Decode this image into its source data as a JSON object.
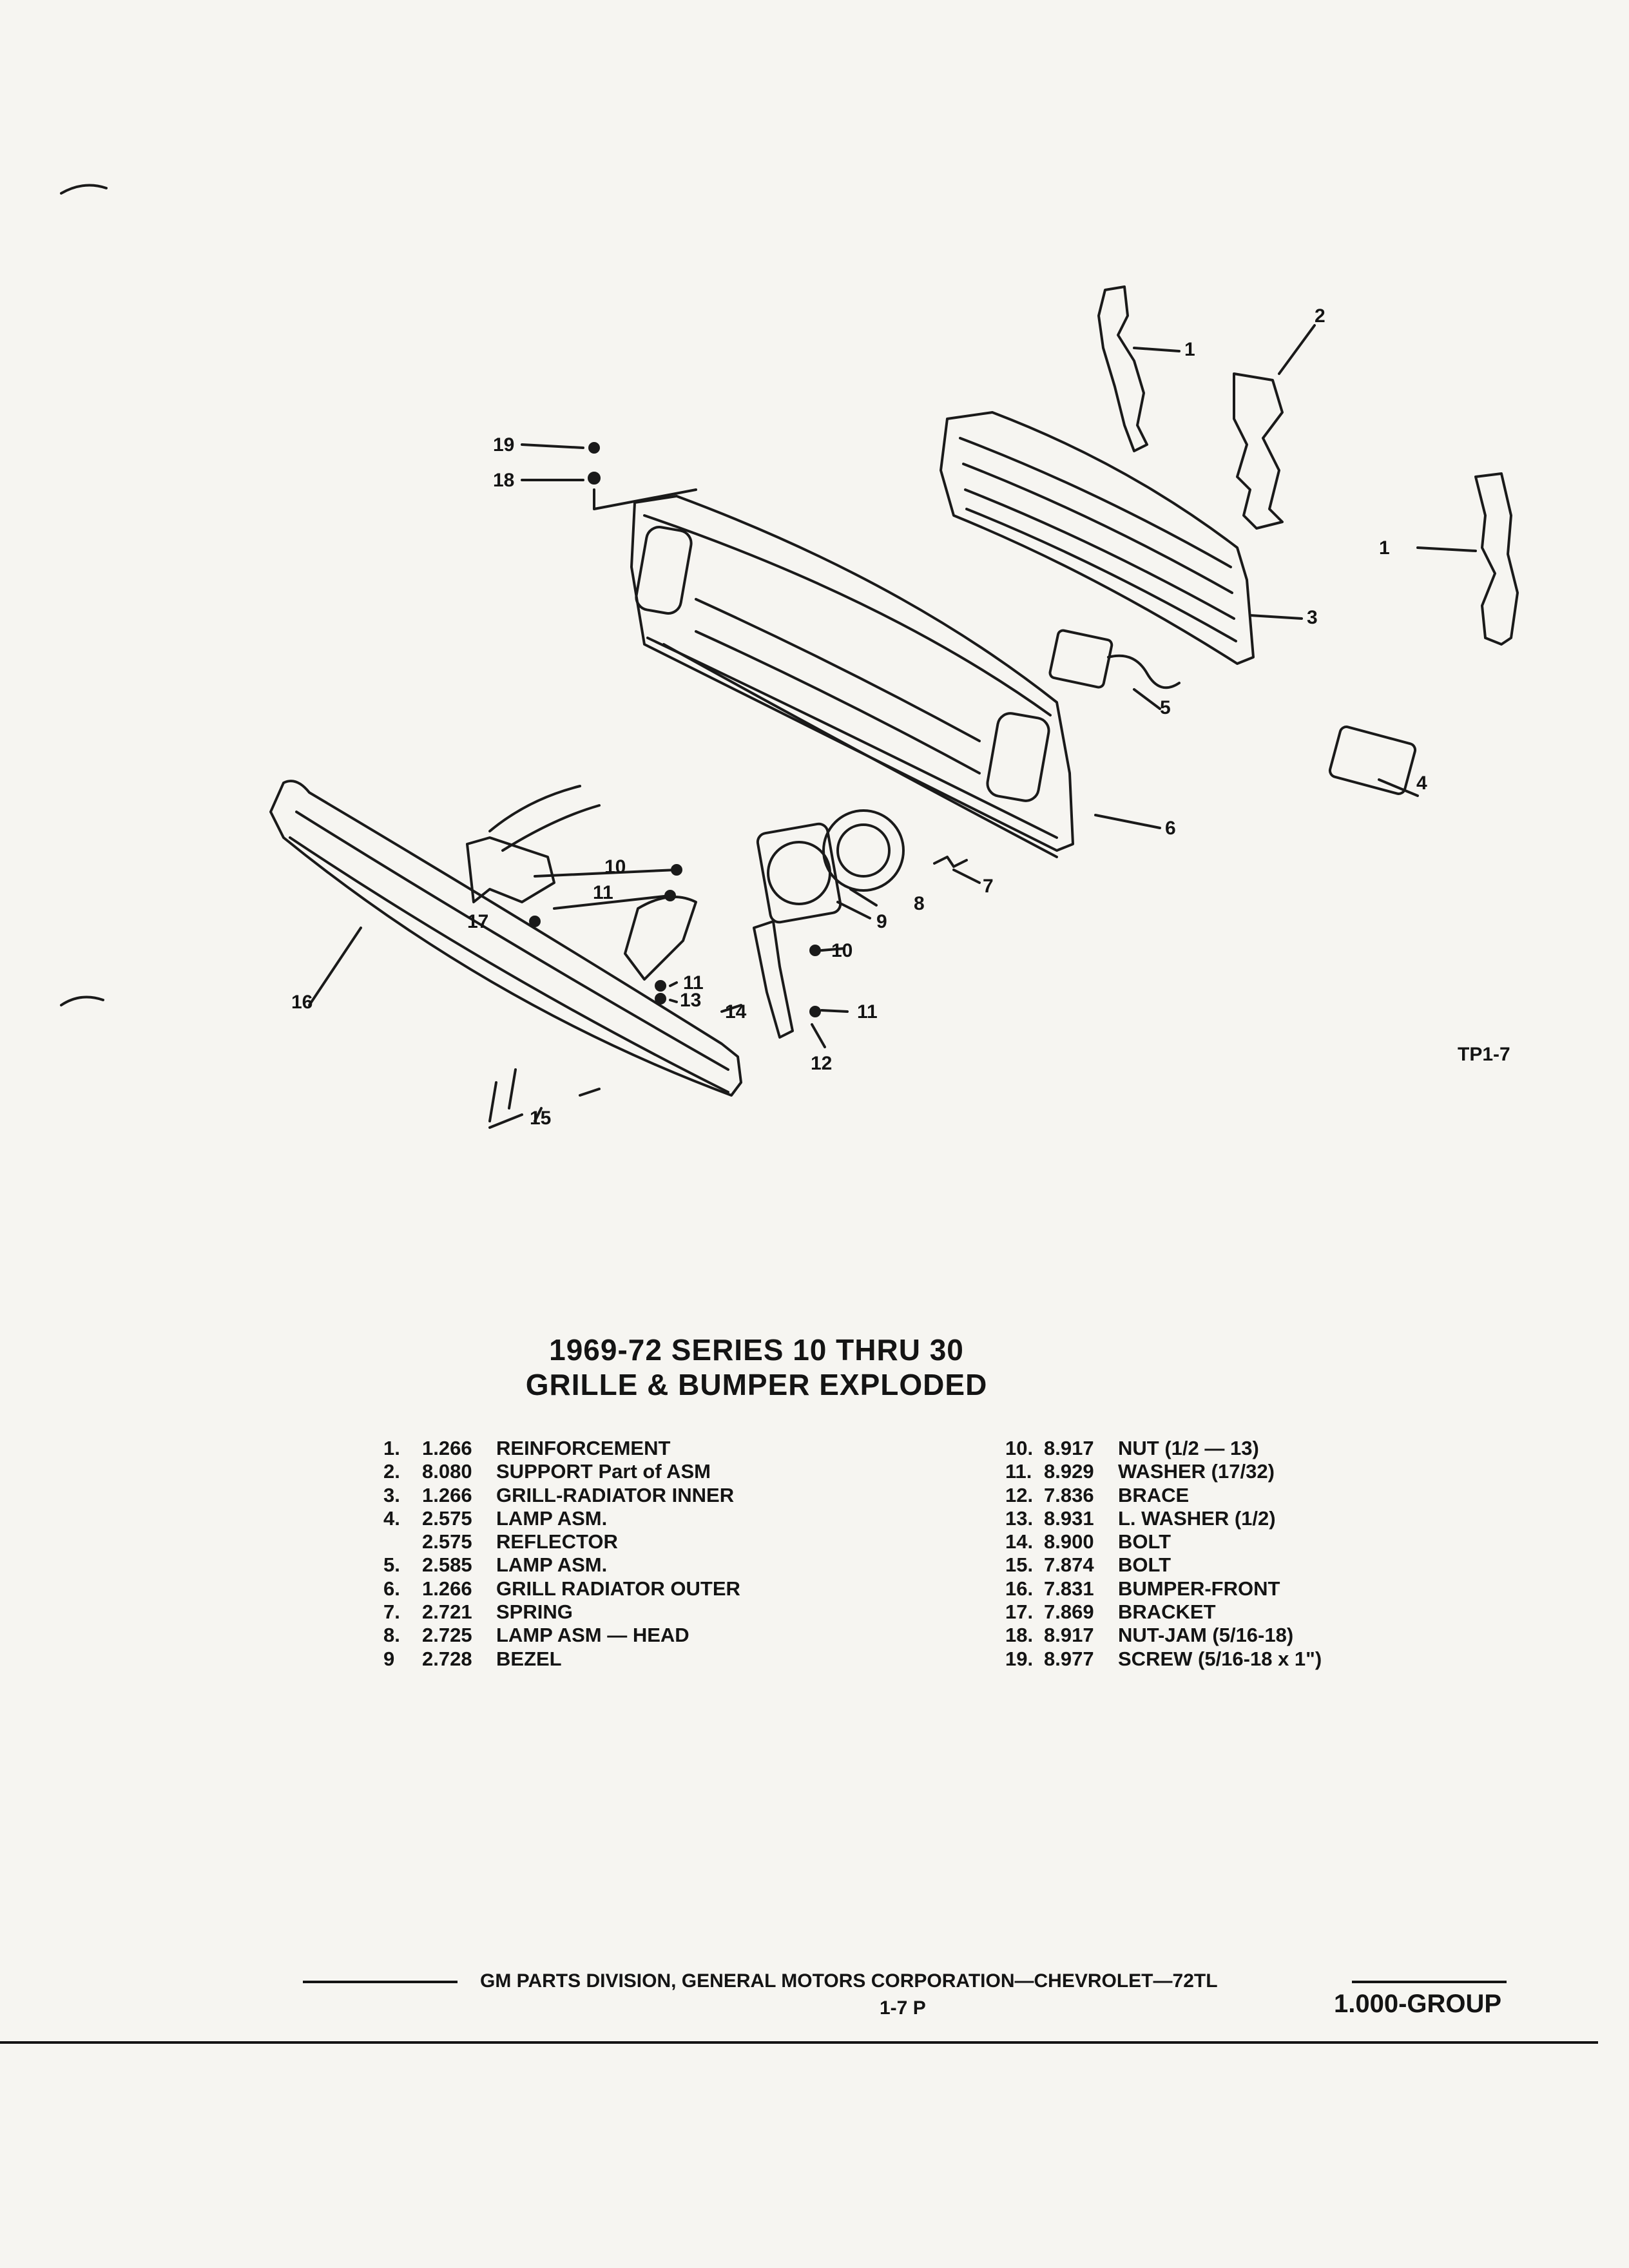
{
  "callouts": {
    "c1a": "1",
    "c2": "2",
    "c1b": "1",
    "c3": "3",
    "c4": "4",
    "c5": "5",
    "c6": "6",
    "c7": "7",
    "c8": "8",
    "c9": "9",
    "c10a": "10",
    "c10b": "10",
    "c11a": "11",
    "c11b": "11",
    "c11c": "11",
    "c12": "12",
    "c13": "13",
    "c14": "14",
    "c15": "15",
    "c16": "16",
    "c17": "17",
    "c18": "18",
    "c19": "19"
  },
  "figure_tag": "TP1-7",
  "title": {
    "line1": "1969-72 SERIES 10 THRU 30",
    "line2": "GRILLE & BUMPER EXPLODED"
  },
  "parts_left": [
    {
      "num": "1.",
      "part": "1.266",
      "desc": "REINFORCEMENT"
    },
    {
      "num": "2.",
      "part": "8.080",
      "desc": "SUPPORT Part of ASM"
    },
    {
      "num": "3.",
      "part": "1.266",
      "desc": "GRILL-RADIATOR INNER"
    },
    {
      "num": "4.",
      "part": "2.575",
      "desc": "LAMP ASM."
    },
    {
      "num": "",
      "part": "2.575",
      "desc": "REFLECTOR"
    },
    {
      "num": "5.",
      "part": "2.585",
      "desc": "LAMP ASM."
    },
    {
      "num": "6.",
      "part": "1.266",
      "desc": "GRILL RADIATOR OUTER"
    },
    {
      "num": "7.",
      "part": "2.721",
      "desc": "SPRING"
    },
    {
      "num": "8.",
      "part": "2.725",
      "desc": "LAMP ASM — HEAD"
    },
    {
      "num": "9",
      "part": "2.728",
      "desc": "BEZEL"
    }
  ],
  "parts_right": [
    {
      "num": "10.",
      "part": "8.917",
      "desc": "NUT (1/2 — 13)"
    },
    {
      "num": "11.",
      "part": "8.929",
      "desc": "WASHER (17/32)"
    },
    {
      "num": "12.",
      "part": "7.836",
      "desc": "BRACE"
    },
    {
      "num": "13.",
      "part": "8.931",
      "desc": "L. WASHER (1/2)"
    },
    {
      "num": "14.",
      "part": "8.900",
      "desc": "BOLT"
    },
    {
      "num": "15.",
      "part": "7.874",
      "desc": "BOLT"
    },
    {
      "num": "16.",
      "part": "7.831",
      "desc": "BUMPER-FRONT"
    },
    {
      "num": "17.",
      "part": "7.869",
      "desc": "BRACKET"
    },
    {
      "num": "18.",
      "part": "8.917",
      "desc": "NUT-JAM (5/16-18)"
    },
    {
      "num": "19.",
      "part": "8.977",
      "desc": "SCREW (5/16-18 x 1\")"
    }
  ],
  "footer": {
    "line": "GM PARTS DIVISION, GENERAL MOTORS CORPORATION—CHEVROLET—72TL",
    "page": "1-7 P",
    "group": "1.000-GROUP"
  }
}
